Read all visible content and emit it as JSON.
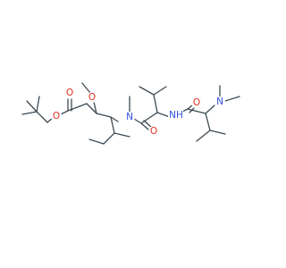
{
  "molecule": {
    "atoms": [
      {
        "id": "o_ester_single",
        "label": "O",
        "color": "#e03020"
      },
      {
        "id": "o_ester_carbonyl",
        "label": "O",
        "color": "#e03020"
      },
      {
        "id": "o_methoxy",
        "label": "O",
        "color": "#e03020"
      },
      {
        "id": "n_amide_methyl",
        "label": "N",
        "color": "#3050e0"
      },
      {
        "id": "o_amide_1",
        "label": "O",
        "color": "#e03020"
      },
      {
        "id": "nh_amide",
        "label": "NH",
        "color": "#3050e0"
      },
      {
        "id": "o_amide_2",
        "label": "O",
        "color": "#e03020"
      },
      {
        "id": "n_dimethylamino",
        "label": "N",
        "color": "#3050e0"
      }
    ],
    "bond_color": "#3c4a52"
  }
}
